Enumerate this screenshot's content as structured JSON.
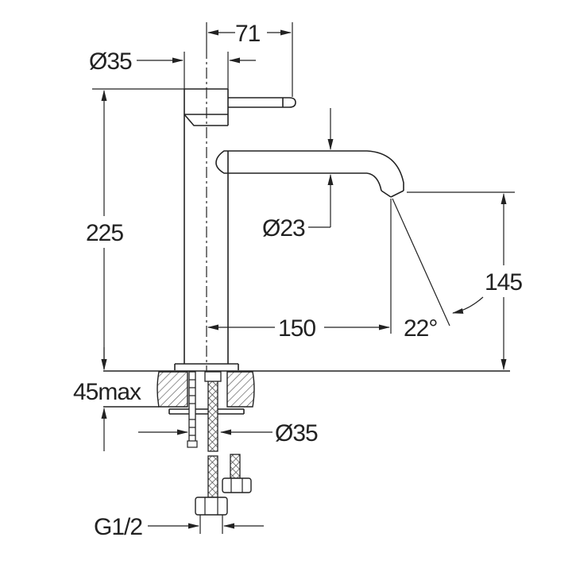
{
  "dimensions": {
    "lever_reach": "71",
    "body_diameter": "Ø35",
    "spout_diameter": "Ø23",
    "height": "225",
    "spout_height": "145",
    "spout_reach": "150",
    "spout_angle": "22°",
    "mount_thickness": "45max",
    "shank_diameter": "Ø35",
    "connection": "G1/2"
  },
  "colors": {
    "line": "#222222",
    "hatch": "#555555",
    "background": "#ffffff"
  }
}
